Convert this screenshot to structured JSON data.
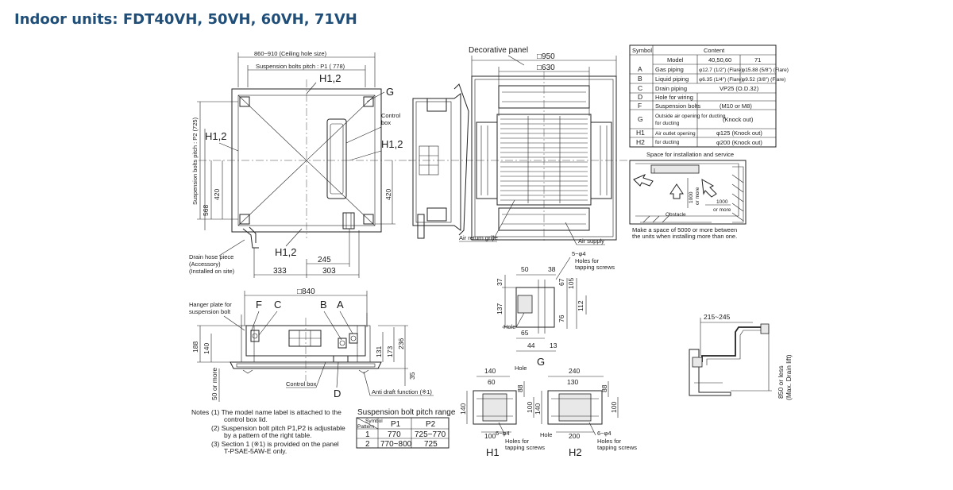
{
  "heading": "Indoor units: FDT40VH, 50VH, 60VH, 71VH",
  "top_view": {
    "dim_ceiling_hole": "860~910 (Ceiling hole size)",
    "dim_bolt_pitch_p1": "Suspension bolts pitch : P1 ( 778)",
    "dim_bolt_pitch_p2": "Suspension bolts pitch : P2 (725)",
    "label_h12_top": "H1,2",
    "label_h12_left": "H1,2",
    "label_h12_right": "H1,2",
    "label_h12_bottom": "H1,2",
    "label_g": "G",
    "control_box": [
      "Control",
      "box"
    ],
    "dim_420_left": "420",
    "dim_568": "568",
    "dim_420_right": "420",
    "dim_245": "245",
    "dim_333": "333",
    "dim_303": "303",
    "drain_hose": [
      "Drain hose piece",
      "(Accessory)",
      "(Installed on site)"
    ]
  },
  "front_view": {
    "dim_840": "□840",
    "hanger_plate": [
      "Hanger plate for",
      "suspension bolt"
    ],
    "label_f": "F",
    "label_c": "C",
    "label_b": "B",
    "label_a": "A",
    "label_d": "D",
    "dim_188": "188",
    "dim_140": "140",
    "dim_131": "131",
    "dim_173": "173",
    "dim_236": "236",
    "dim_35": "35",
    "dim_50": "50 or more",
    "control_box": "Control box",
    "anti_draft": "Anti draft function (※1)"
  },
  "panel_view": {
    "decorative_panel": "Decorative panel",
    "dim_950": "□950",
    "dim_630": "□630",
    "air_return": "Air return grille",
    "air_supply": "Air supply"
  },
  "symbol_table": {
    "head_symbol": "Symbol",
    "head_content": "Content",
    "model_label": "Model",
    "model_cols": [
      "40,50,60",
      "71"
    ],
    "rows": [
      {
        "sym": "A",
        "item": "Gas piping",
        "c1": "φ12.7 (1/2\") (Flare)",
        "c2": "φ15.88 (5/8\") (Flare)"
      },
      {
        "sym": "B",
        "item": "Liquid piping",
        "c1": "φ6.35 (1/4\") (Flare)",
        "c2": "φ9.52 (3/8\") (Flare)"
      },
      {
        "sym": "C",
        "item": "Drain piping",
        "span": "VP25 (O.D.32)"
      },
      {
        "sym": "D",
        "item": "Hole for wiring",
        "span": ""
      },
      {
        "sym": "F",
        "item": "Suspension bolts",
        "span": "(M10 or M8)"
      },
      {
        "sym": "G",
        "item": "Outside air opening for ducting",
        "item2": "for ducting",
        "span": "(Knock out)"
      },
      {
        "sym": "H1",
        "item": "Air outlet opening",
        "item2": "for ducting",
        "span": "φ125 (Knock out)"
      },
      {
        "sym": "H2",
        "item": "",
        "span": "φ200 (Knock out)"
      }
    ]
  },
  "service_space": {
    "title": "Space for installation and service",
    "dim_1000_a": "1000",
    "dim_1000_a2": "or more",
    "dim_1000_b": "1000",
    "dim_1000_b2": "or more",
    "obstacle": "Obstacle",
    "note": [
      "Make a space of 5000 or more between",
      "the units when installing more than one."
    ]
  },
  "g_detail": {
    "label": "G",
    "holes": [
      "5−φ4",
      "Holes for",
      "tapping screws"
    ],
    "dims": [
      "50",
      "38",
      "37",
      "67",
      "105",
      "137",
      "112",
      "76",
      "65",
      "44",
      "13"
    ],
    "hole": "Hole"
  },
  "h1_detail": {
    "label": "H1",
    "dims": [
      "140",
      "60",
      "88",
      "140",
      "100",
      "100"
    ],
    "hole": "Hole",
    "holes": [
      "6−φ4",
      "Holes for",
      "tapping screws"
    ]
  },
  "h2_detail": {
    "label": "H2",
    "dims": [
      "240",
      "130",
      "88",
      "140",
      "100",
      "200"
    ],
    "hole": "Hole",
    "holes": [
      "6−φ4",
      "Holes for",
      "tapping screws"
    ]
  },
  "drain_lift": {
    "dim_215": "215~245",
    "dim_850": "850 or less",
    "dim_850b": "(Max. Drain lift)"
  },
  "notes": {
    "prefix": "Notes",
    "lines": [
      "(1) The model name label is attached to the",
      "control box lid.",
      "(2) Suspension bolt pitch P1,P2 is adjustable",
      "by a pattern of the right table.",
      "(3) Section 1 (※1) is provided on the panel",
      "T-PSAE-5AW-E only."
    ]
  },
  "pitch_table": {
    "title": "Suspension bolt pitch range",
    "head_symbol": "Symbol",
    "head_pattern": "Pattern",
    "head_p1": "P1",
    "head_p2": "P2",
    "rows": [
      {
        "pattern": "1",
        "p1": "770",
        "p2": "725~770"
      },
      {
        "pattern": "2",
        "p1": "770~800",
        "p2": "725"
      }
    ]
  }
}
